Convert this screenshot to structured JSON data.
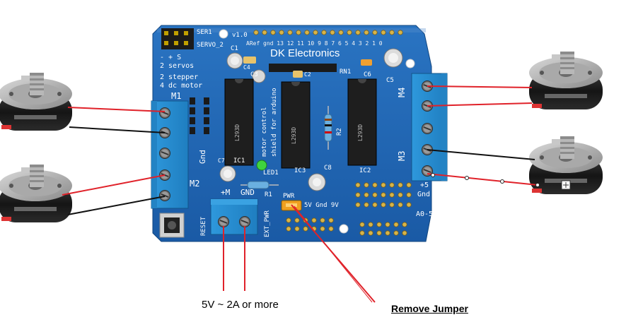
{
  "board": {
    "brand": "DK Electronics",
    "version": "v1.0",
    "ser1": "SER1",
    "servo2": "SERVO_2",
    "areftext": "ARef",
    "digital_pins": "gnd 13 12 11 10 9 8  7 6 5 4 3 2 1 0",
    "servo_note_1": "- + S",
    "servo_note_2": "2 servos",
    "servo_note_3": "2 stepper",
    "servo_note_4": "4 dc motor",
    "m1": "M1",
    "m2": "M2",
    "m3": "M3",
    "m4": "M4",
    "gnd_left": "Gnd",
    "plus_m": "+M",
    "gnd_bottom": "GND",
    "reset": "RESET",
    "ext_pwr": "EXT_PWR",
    "pwr": "PWR",
    "pins_5v_gnd_9v": "5V  Gnd  9V",
    "plus5": "+5",
    "gnd_right": "Gnd",
    "a0_5": "A0-5",
    "c1": "C1",
    "c2": "C2",
    "c3": "C3",
    "c5": "C5",
    "c6": "C6",
    "c7": "C7",
    "c8": "C8",
    "c4": "C4",
    "rn1": "RN1",
    "r1": "R1",
    "r2": "R2",
    "led1": "LED1",
    "ic1": "IC1",
    "ic2": "IC2",
    "ic3": "IC3",
    "chip_label": "L293D",
    "shield_text_1": "motor control",
    "shield_text_2": "shield for arduino"
  },
  "labels": {
    "power_caption": "5V ~ 2A or more",
    "jumper_caption": "Remove Jumper"
  },
  "colors": {
    "board": "#1d64b0",
    "terminal": "#2a8fd4",
    "wire_red": "#e0222a",
    "wire_black": "#111111",
    "jumper": "#f0a020"
  }
}
